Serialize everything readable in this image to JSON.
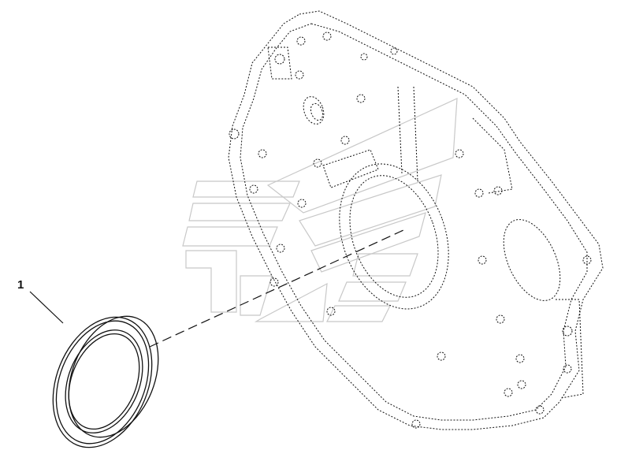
{
  "diagram": {
    "callouts": [
      {
        "label": "1",
        "part": "oil-seal"
      }
    ],
    "assembly": "flywheel-housing",
    "watermark": "logo",
    "colors": {
      "line": "#111111",
      "watermark": "#cfcfcf"
    }
  }
}
